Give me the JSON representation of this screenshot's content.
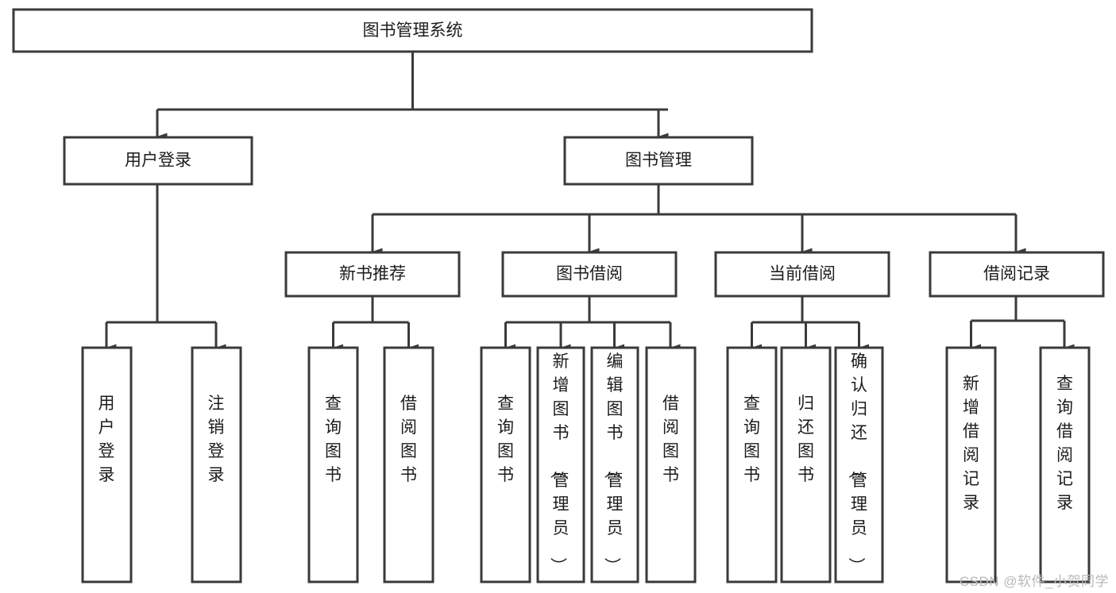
{
  "diagram": {
    "type": "tree-hierarchy",
    "title": "图书管理系统",
    "arrow_style": "filled-triangle-down",
    "colors": {
      "box_stroke": "#3a3a3a",
      "box_fill": "#ffffff",
      "text": "#1c1c1c",
      "background": "#ffffff",
      "watermark": "#b9b9b9"
    },
    "levels": {
      "root": {
        "label": "图书管理系统"
      },
      "level2": [
        {
          "id": "user-login",
          "label": "用户登录"
        },
        {
          "id": "book-management",
          "label": "图书管理"
        }
      ],
      "level3": [
        {
          "id": "new-book-recommend",
          "label": "新书推荐",
          "parent": "book-management"
        },
        {
          "id": "book-borrow",
          "label": "图书借阅",
          "parent": "book-management"
        },
        {
          "id": "current-borrow",
          "label": "当前借阅",
          "parent": "book-management"
        },
        {
          "id": "borrow-record",
          "label": "借阅记录",
          "parent": "book-management"
        }
      ],
      "leaves": [
        {
          "id": "leaf-user-login",
          "label": "用户登录",
          "parent": "user-login"
        },
        {
          "id": "leaf-logout",
          "label": "注销登录",
          "parent": "user-login"
        },
        {
          "id": "leaf-query-book-1",
          "label": "查询图书",
          "parent": "new-book-recommend"
        },
        {
          "id": "leaf-borrow-book-1",
          "label": "借阅图书",
          "parent": "new-book-recommend"
        },
        {
          "id": "leaf-query-book-2",
          "label": "查询图书",
          "parent": "book-borrow"
        },
        {
          "id": "leaf-add-book",
          "label": "新增图书（管理员）",
          "parent": "book-borrow"
        },
        {
          "id": "leaf-edit-book",
          "label": "编辑图书（管理员）",
          "parent": "book-borrow"
        },
        {
          "id": "leaf-borrow-book-2",
          "label": "借阅图书",
          "parent": "book-borrow"
        },
        {
          "id": "leaf-query-book-3",
          "label": "查询图书",
          "parent": "current-borrow"
        },
        {
          "id": "leaf-return-book",
          "label": "归还图书",
          "parent": "current-borrow"
        },
        {
          "id": "leaf-confirm-return",
          "label": "确认归还（管理员）",
          "parent": "current-borrow"
        },
        {
          "id": "leaf-add-record",
          "label": "新增借阅记录",
          "parent": "borrow-record"
        },
        {
          "id": "leaf-query-record",
          "label": "查询借阅记录",
          "parent": "borrow-record"
        }
      ]
    }
  },
  "watermark": {
    "text": "CSDN @软件_小贺同学"
  }
}
